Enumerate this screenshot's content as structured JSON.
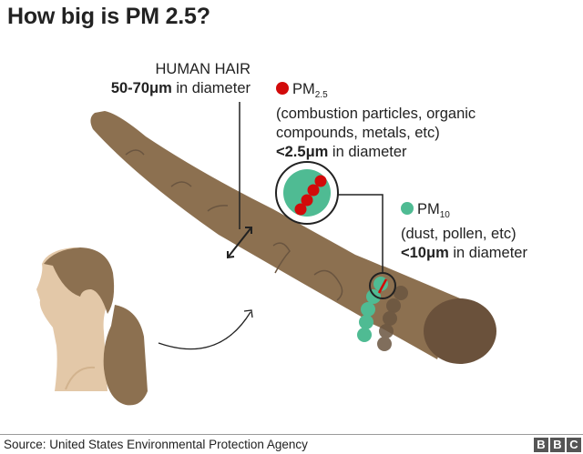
{
  "title": "How big is PM 2.5?",
  "hair": {
    "heading": "HUMAN HAIR",
    "size": "50-70μm",
    "suffix": " in diameter"
  },
  "pm25": {
    "name": "PM",
    "subscript": "2.5",
    "description_line1": "(combustion particles, organic",
    "description_line2": "compounds, metals, etc)",
    "size": "<2.5μm",
    "suffix": " in diameter",
    "color": "#d20a0a"
  },
  "pm10": {
    "name": "PM",
    "subscript": "10",
    "description": "(dust, pollen, etc)",
    "size": "<10μm",
    "suffix": " in diameter",
    "color": "#4fbb93"
  },
  "colors": {
    "hair": "#8c7050",
    "hair_end": "#6a513b",
    "skin": "#e3c8a8",
    "shadow_particles": "#6a5540"
  },
  "footer": {
    "source": "Source: United States Environmental Protection Agency",
    "logo": [
      "B",
      "B",
      "C"
    ]
  }
}
